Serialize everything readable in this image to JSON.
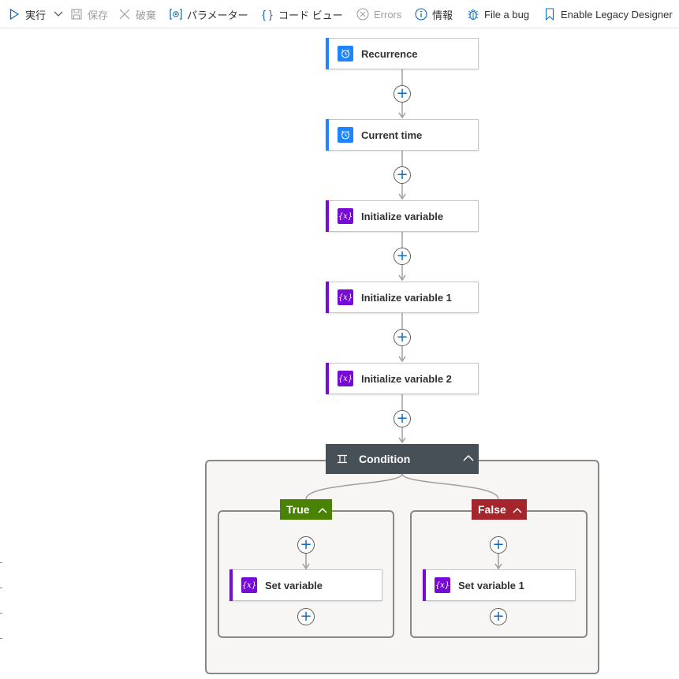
{
  "toolbar": {
    "run": "実行",
    "save": "保存",
    "discard": "破棄",
    "parameters": "パラメーター",
    "code_view": "コード ビュー",
    "errors": "Errors",
    "info": "情報",
    "file_bug": "File a bug",
    "legacy": "Enable Legacy Designer"
  },
  "actions": [
    {
      "label": "Recurrence",
      "icon": "clock-icon",
      "color": "#1f85ff"
    },
    {
      "label": "Current time",
      "icon": "clock-icon",
      "color": "#1f85ff"
    },
    {
      "label": "Initialize variable",
      "icon": "variable-icon",
      "color": "#770bd6"
    },
    {
      "label": "Initialize variable 1",
      "icon": "variable-icon",
      "color": "#770bd6"
    },
    {
      "label": "Initialize variable 2",
      "icon": "variable-icon",
      "color": "#770bd6"
    }
  ],
  "condition": {
    "label": "Condition",
    "header_color": "#474f57",
    "true_branch": {
      "label": "True",
      "color": "#498205",
      "action": "Set variable"
    },
    "false_branch": {
      "label": "False",
      "color": "#a4262c",
      "action": "Set variable 1"
    }
  },
  "variable_icon_text": "{x}"
}
